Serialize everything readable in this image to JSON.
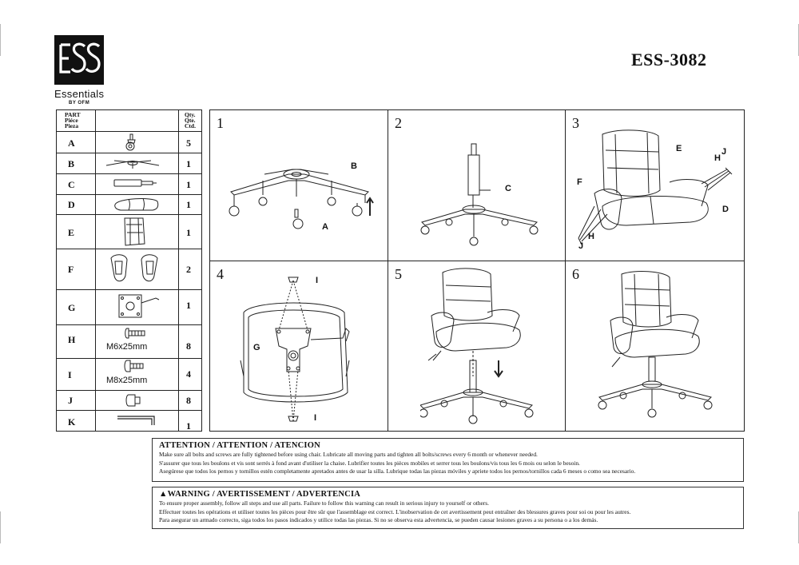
{
  "brand": {
    "name": "Essentials",
    "sub": "BY OFM"
  },
  "model": "ESS-3082",
  "parts_header": {
    "part": [
      "PART",
      "Piéce",
      "Pieza"
    ],
    "qty": [
      "Qty.",
      "Qte.",
      "Ctd."
    ]
  },
  "parts": [
    {
      "letter": "A",
      "qty": "5",
      "spec": ""
    },
    {
      "letter": "B",
      "qty": "1",
      "spec": ""
    },
    {
      "letter": "C",
      "qty": "1",
      "spec": ""
    },
    {
      "letter": "D",
      "qty": "1",
      "spec": ""
    },
    {
      "letter": "E",
      "qty": "1",
      "spec": ""
    },
    {
      "letter": "F",
      "qty": "2",
      "spec": ""
    },
    {
      "letter": "G",
      "qty": "1",
      "spec": ""
    },
    {
      "letter": "H",
      "qty": "8",
      "spec": "M6x25mm"
    },
    {
      "letter": "I",
      "qty": "4",
      "spec": "M8x25mm"
    },
    {
      "letter": "J",
      "qty": "8",
      "spec": ""
    },
    {
      "letter": "K",
      "qty": "1",
      "spec": ""
    }
  ],
  "steps": [
    {
      "num": "1",
      "labels": [
        "B",
        "A"
      ]
    },
    {
      "num": "2",
      "labels": [
        "C"
      ]
    },
    {
      "num": "3",
      "labels": [
        "E",
        "H",
        "J",
        "F",
        "D",
        "H",
        "J"
      ]
    },
    {
      "num": "4",
      "labels": [
        "I",
        "G",
        "I"
      ]
    },
    {
      "num": "5",
      "labels": []
    },
    {
      "num": "6",
      "labels": []
    }
  ],
  "attention": {
    "title": "ATTENTION / ATTENTION / ATENCION",
    "lines": [
      "Make sure all bolts and screws are fully tightened before using chair. Lubricate all moving parts and tighten all bolts/screws every 6 month or whenever needed.",
      "S'assurer que tous les boulons et vis sont serrés à fond avant d'utiliser la chaise. Lubrifier toutes les pièces mobiles et serrer tous les boulons/vis tous les 6 mois ou selon le besoin.",
      "Asegúrese que todos los pernos y tornillos estén completamente apretados antes de usar la silla. Lubrique todas las piezas móviles y apriete todos los pernos/tornillos cada 6 meses o como sea necesario."
    ]
  },
  "warning": {
    "title": "WARNING / AVERTISSEMENT / ADVERTENCIA",
    "lines": [
      "To ensure proper assembly, follow all steps and use all parts. Failure to follow this warning can result in serious injury to yourself or others.",
      "Effectuer toutes les opérations et utiliser toutes les pièces pour être sûr que l'assemblage est correct. L'inobservation de cet avertissement peut entraîner des blessures graves pour soi ou pour les autres.",
      "Para asegurar un armado correcto, siga todos los pasos indicados y utilice todas las piezas. Si no se observa esta advertencia, se pueden causar lesiones graves a su persona o a los demás."
    ]
  }
}
